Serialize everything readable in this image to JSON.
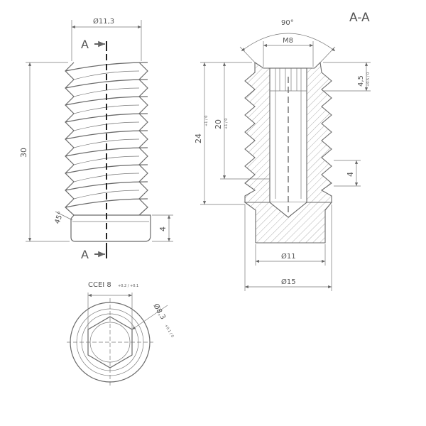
{
  "section_title": "A-A",
  "section_mark": "A",
  "dimensions": {
    "outer_diameter_top": "Ø11,3",
    "overall_length": "30",
    "collar_height": "4",
    "chamfer_angle": "45°",
    "countersink_angle": "90°",
    "internal_thread": "M8",
    "top_depth": "4,5",
    "top_depth_tol": "+0.5 / 0",
    "thread_depth": "20",
    "thread_depth_tol": "+1 / 0",
    "bore_depth": "24",
    "bore_depth_tol": "+1 / 0",
    "lower_step": "4",
    "base_inner_diameter": "Ø11",
    "base_outer_diameter": "Ø15",
    "hex_drive": "CCEI 8",
    "hex_drive_tol": "+0.2 / +0.1",
    "bottom_diameter": "Ø8,3",
    "bottom_diameter_tol": "+0.1 / 0"
  }
}
